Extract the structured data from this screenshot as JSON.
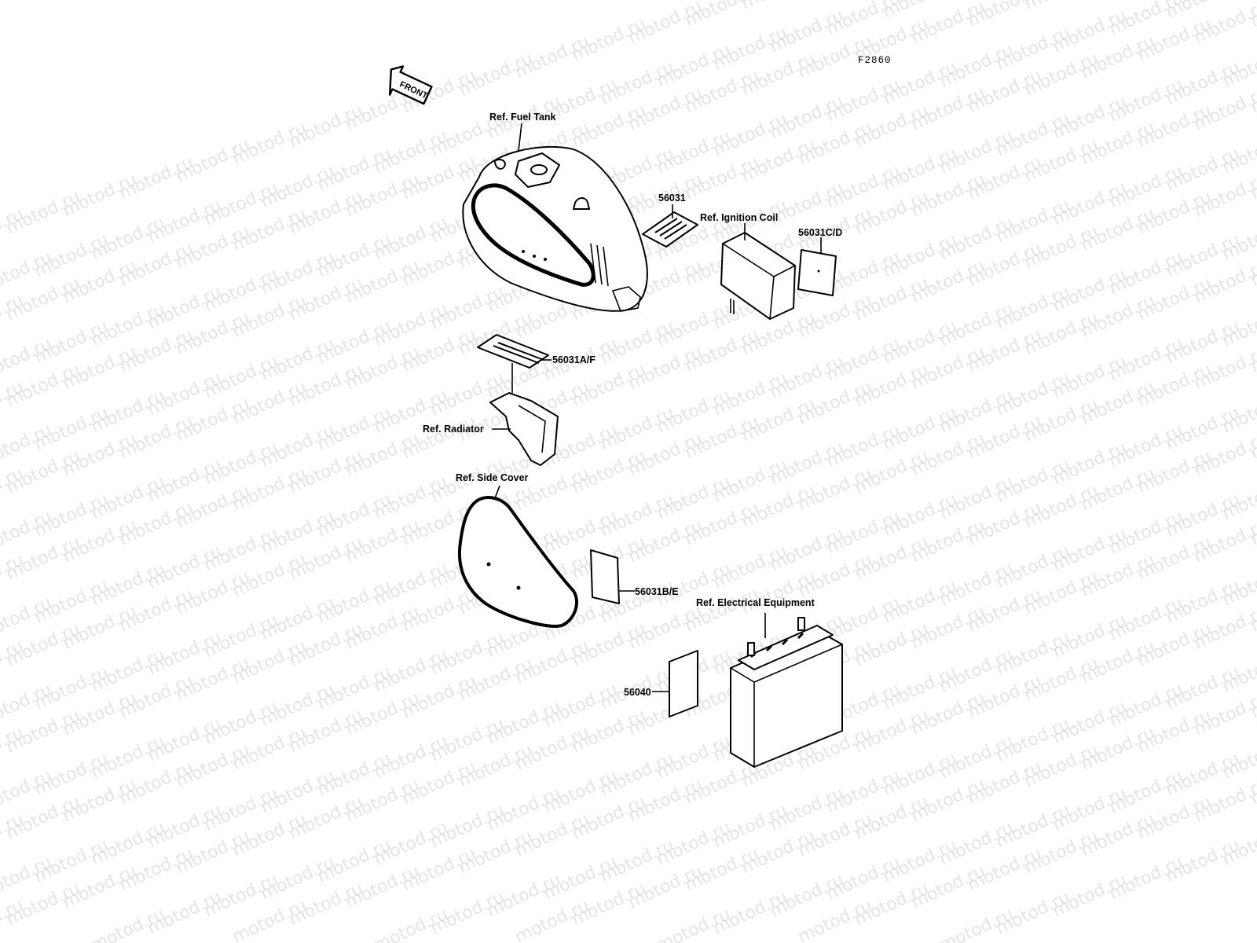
{
  "figure_code": "F2860",
  "front_arrow_label": "FRONT",
  "watermark": "motod.ru",
  "labels": {
    "fuel_tank": "Ref. Fuel Tank",
    "ignition_coil": "Ref. Ignition Coil",
    "radiator": "Ref. Radiator",
    "side_cover": "Ref. Side Cover",
    "electrical_equipment": "Ref. Electrical Equipment"
  },
  "part_numbers": {
    "p56031": "56031",
    "p56031cd": "56031C/D",
    "p56031af": "56031A/F",
    "p56031be": "56031B/E",
    "p56040": "56040"
  }
}
